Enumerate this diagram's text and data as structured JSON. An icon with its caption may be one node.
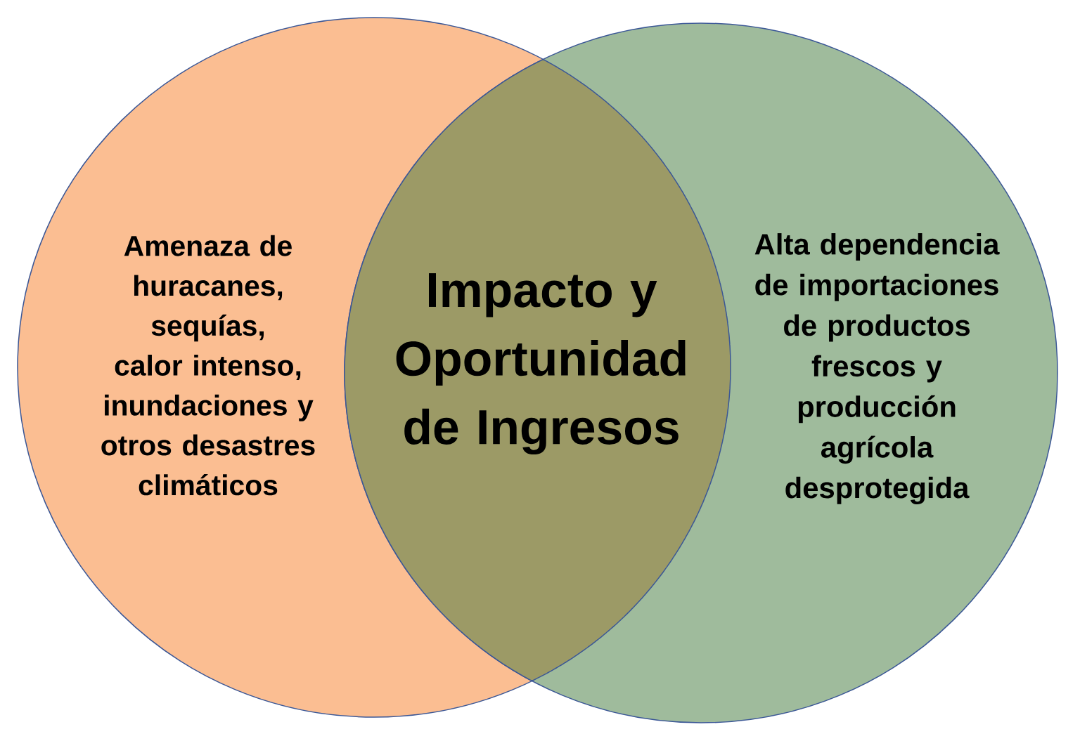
{
  "diagram": {
    "nodes": [
      {
        "text": [
          "Amenaza de huracanes, sequías, calor intenso, inundaciones y otros desastres climáticos"
        ]
      },
      {
        "text": [
          "Alta dependencia de importaciones de productos frescos y producción agrícola desprotegida"
        ]
      },
      {
        "text": [
          "Impacto y Oportunidad de Ingresos"
        ]
      }
    ]
  }
}
